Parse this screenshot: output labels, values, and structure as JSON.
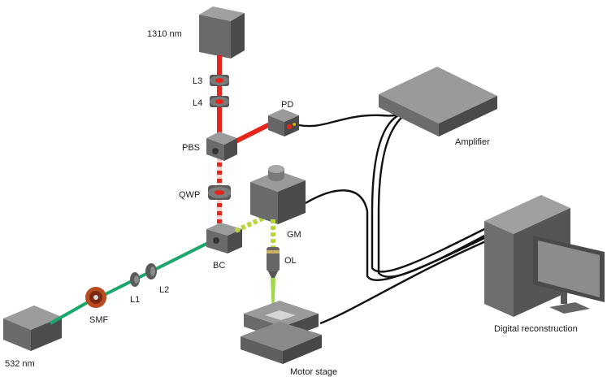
{
  "labels": {
    "laser_1310": "1310 nm",
    "laser_532": "532 nm",
    "l3": "L3",
    "l4": "L4",
    "pd": "PD",
    "pbs": "PBS",
    "qwp": "QWP",
    "bc": "BC",
    "gm": "GM",
    "ol": "OL",
    "l1": "L1",
    "l2": "L2",
    "smf": "SMF",
    "amplifier": "Amplifier",
    "digital_reconstruction": "Digital reconstruction",
    "motor_stage": "Motor stage"
  },
  "colors": {
    "beam_red": "#e8251b",
    "beam_green": "#1aa86a",
    "beam_yellow_green": "#b6d83a",
    "box_top": "#8d8d8d",
    "box_left": "#5f5f5f",
    "box_right": "#4a4a4a",
    "cable": "#111111"
  }
}
